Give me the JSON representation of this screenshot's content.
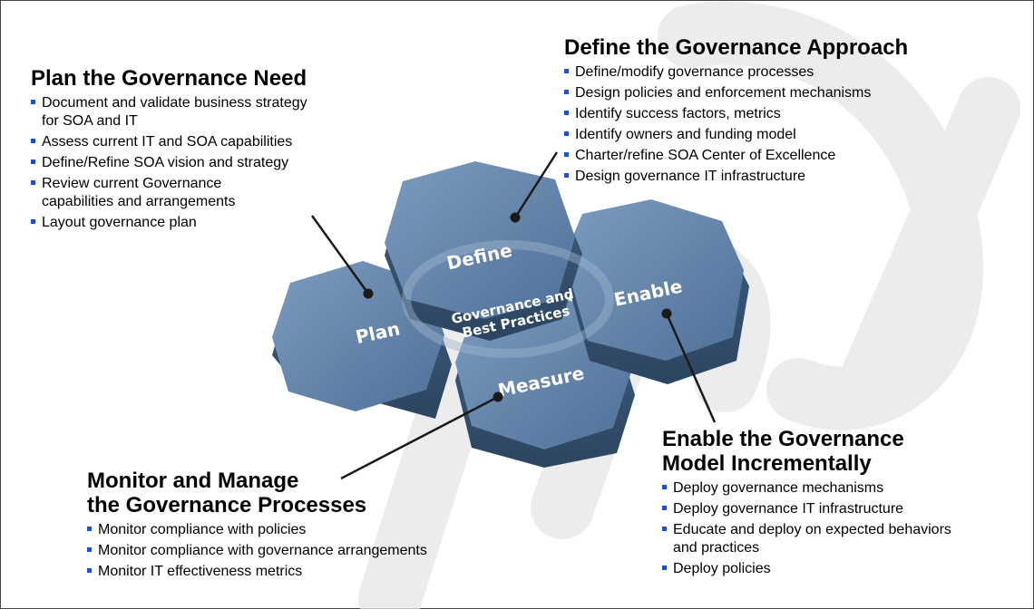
{
  "plan": {
    "title": "Plan the Governance Need",
    "items": [
      "Document and validate business strategy\nfor SOA and IT",
      "Assess current IT and SOA capabilities",
      "Define/Refine SOA vision and strategy",
      "Review current Governance\ncapabilities and arrangements",
      "Layout governance plan"
    ]
  },
  "define": {
    "title": "Define the Governance Approach",
    "items": [
      "Define/modify governance processes",
      "Design policies and enforcement mechanisms",
      "Identify success factors, metrics",
      "Identify owners and funding model",
      "Charter/refine SOA Center of Excellence",
      "Design governance IT infrastructure"
    ]
  },
  "monitor": {
    "title": "Monitor and Manage\nthe Governance Processes",
    "items": [
      "Monitor compliance with policies",
      "Monitor compliance with governance arrangements",
      "Monitor IT effectiveness metrics"
    ]
  },
  "enable": {
    "title": "Enable the Governance\nModel Incrementally",
    "items": [
      "Deploy governance mechanisms",
      "Deploy governance IT infrastructure",
      "Educate and deploy on expected behaviors\nand practices",
      "Deploy policies"
    ]
  },
  "diagram": {
    "plan": "Plan",
    "define": "Define",
    "enable": "Enable",
    "measure": "Measure",
    "center_line1": "Governance and",
    "center_line2": "Best Practices"
  },
  "colors": {
    "hex_top": "#5b7fa6",
    "hex_side": "#3b5878",
    "bullet": "#1f4fd8"
  }
}
